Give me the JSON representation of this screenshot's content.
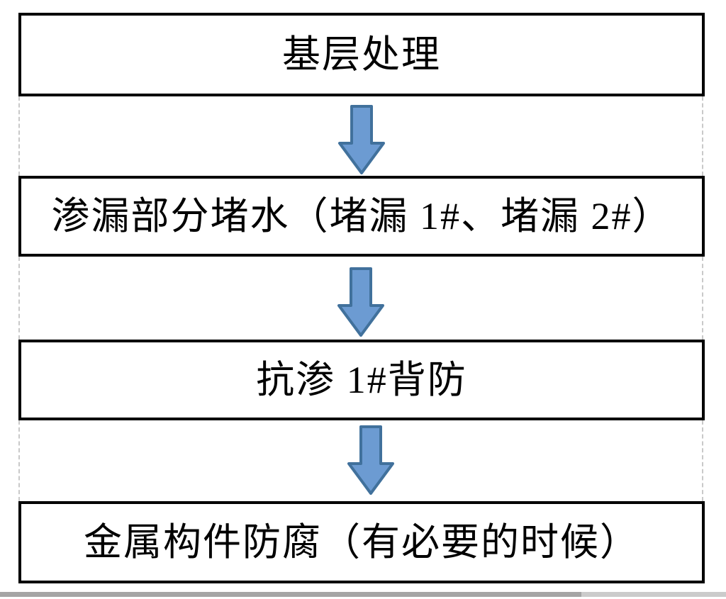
{
  "flowchart": {
    "type": "flow",
    "direction": "top-down",
    "steps": [
      {
        "id": 1,
        "label": "基层处理"
      },
      {
        "id": 2,
        "label": "渗漏部分堵水（堵漏 1#、堵漏 2#）"
      },
      {
        "id": 3,
        "label": "抗渗 1#背防"
      },
      {
        "id": 4,
        "label": "金属构件防腐（有必要的时候）"
      }
    ],
    "connector": "down-block-arrow",
    "colors": {
      "box_border": "#000000",
      "box_fill": "#ffffff",
      "text": "#000000",
      "dashed_guide": "#c9c9c9",
      "arrow_fill": "#6c9bd2",
      "arrow_stroke": "#41719c"
    }
  },
  "scrollbar": {
    "orientation": "horizontal",
    "track_color": "#cbcbcb",
    "thumb_color": "#a5a5a5"
  }
}
